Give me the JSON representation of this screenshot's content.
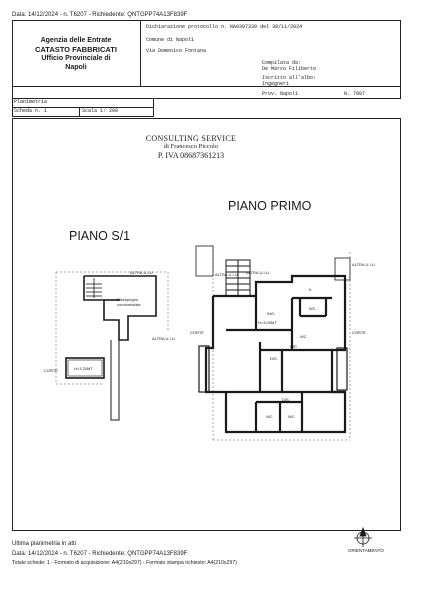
{
  "top_line": "Data: 14/12/2024 - n. T6207 - Richiedente: QNTGPP74A13F839F",
  "agency": {
    "line1": "Agenzia delle Entrate",
    "line2": "CATASTO FABBRICATI",
    "line3": "Ufficio Provinciale di",
    "line4": "Napoli"
  },
  "protocol": {
    "label": "Dichiarazione protocollo n.",
    "number": "NA0397330",
    "del_label": "del",
    "date": "30/11/2024",
    "comune": "Comune di Napoli",
    "via": "Via Domenico Fontana"
  },
  "compilata": {
    "label": "Compilata da:",
    "name": "De Marco Filiberto",
    "iscritto": "Iscritto all'albo:",
    "albo": "Ingegneri",
    "prov_label": "Prov. Napoli",
    "n_label": "N.",
    "n_value": "7907"
  },
  "planimetria": {
    "title": "Planimetria",
    "scheda": "Scheda n. 1",
    "scala": "Scala 1: 200"
  },
  "stamp": {
    "line1": "CONSULTING SERVICE",
    "line2": "di Francesco Piccolo",
    "line3": "P. IVA 08687361213"
  },
  "plans": {
    "primo": "PIANO PRIMO",
    "s1": "PIANO S/1"
  },
  "rooms": {
    "ingresso": "ING.",
    "wc": "WC",
    "k": "K",
    "dis": "DIS.",
    "rip": "RIP.",
    "altra_ui": "ALTRA U.I.U.",
    "corte": "CORTE",
    "disimpegno": "Disimpegno condominiale",
    "height_sub": "H=3.20MT",
    "height_main": "H=3.00MT"
  },
  "north": "ORIENTAMENTO",
  "bottom": {
    "line1": "Ultima planimetria in atti",
    "line2": "Data: 14/12/2024 - n. T6207 - Richiedente: QNTGPP74A13F839F",
    "line3": "Totale schede: 1 - Formato di acquisizione: A4(210x297) - Formato stampa richiesto: A4(210x297)"
  }
}
